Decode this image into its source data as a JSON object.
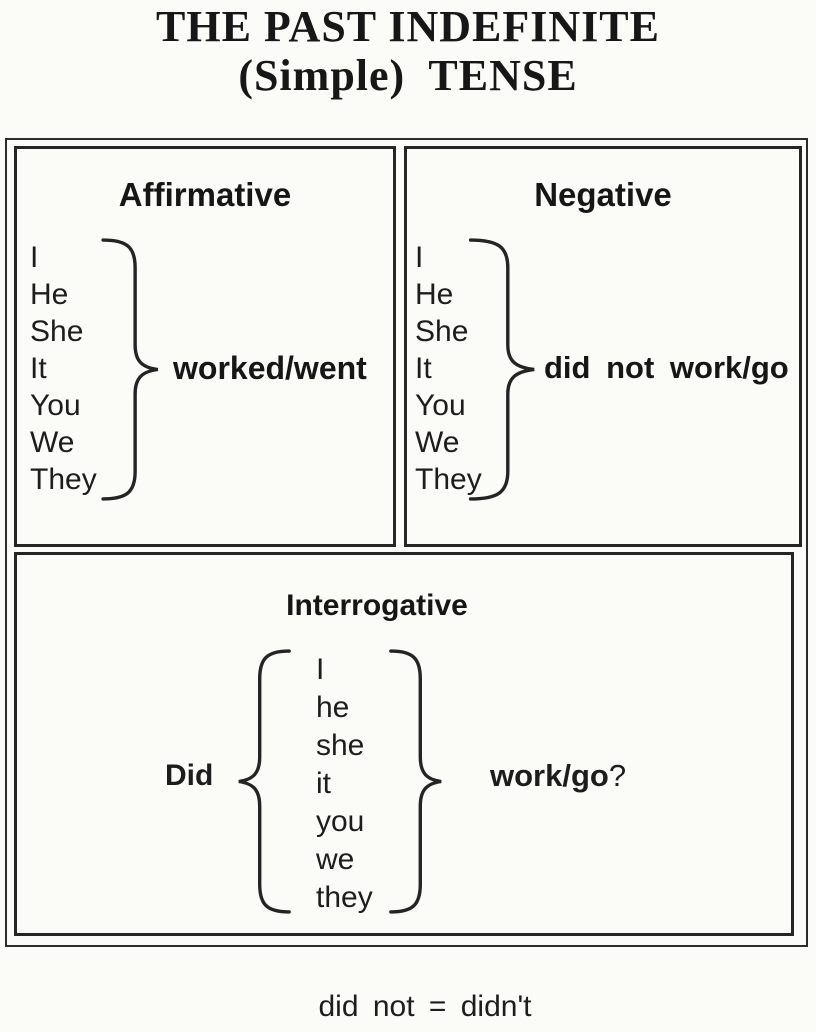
{
  "title": {
    "line1": "THE PAST INDEFINITE",
    "line2": "(Simple) TENSE"
  },
  "table": {
    "affirmative": {
      "header": "Affirmative",
      "pronouns": [
        "I",
        "He",
        "She",
        "It",
        "You",
        "We",
        "They"
      ],
      "verb": "worked/went"
    },
    "negative": {
      "header": "Negative",
      "pronouns": [
        "I",
        "He",
        "She",
        "It",
        "You",
        "We",
        "They"
      ],
      "verb": "did not work/go"
    },
    "interrogative": {
      "header": "Interrogative",
      "auxiliary": "Did",
      "pronouns": [
        "I",
        "he",
        "she",
        "it",
        "you",
        "we",
        "they"
      ],
      "verb": "work/go",
      "question_mark": "?"
    }
  },
  "footer": {
    "note": "did not = didn't"
  },
  "colors": {
    "ink": "#1d1d1d",
    "background": "#fbfbf8",
    "border": "#262626"
  }
}
